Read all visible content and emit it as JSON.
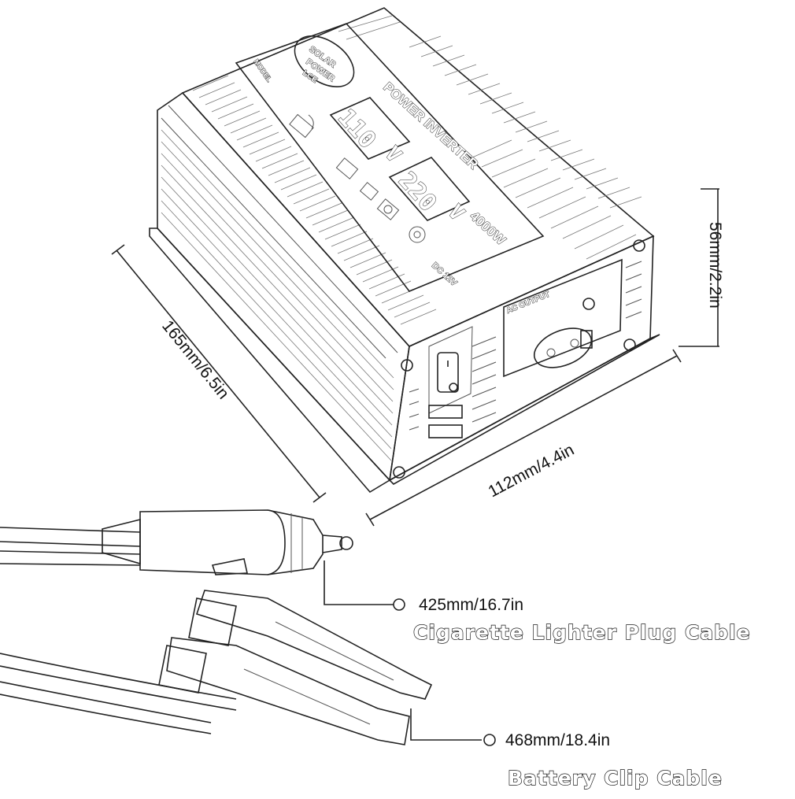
{
  "product": {
    "brand_line1": "SOLAR",
    "brand_line2": "POWER",
    "brand_line3": "LCE",
    "title": "POWER INVERTER",
    "wattage": "4000W",
    "model_label": "MODEL",
    "display_left": "110",
    "display_right": "220",
    "display_unit_left": "V",
    "display_unit_right": "V",
    "socket_label": "AC OUTPUT",
    "side_badge": "DC 12V"
  },
  "dimensions": {
    "length": "165mm/6.5in",
    "width": "112mm/4.4in",
    "height": "56mm/2.2in"
  },
  "cables": [
    {
      "length": "425mm/16.7in",
      "label": "Cigarette Lighter Plug Cable"
    },
    {
      "length": "468mm/18.4in",
      "label": "Battery Clip Cable"
    }
  ],
  "icons": [
    "battery-warning-icon",
    "tv-icon",
    "computer-icon",
    "camera-icon",
    "fan-icon"
  ]
}
